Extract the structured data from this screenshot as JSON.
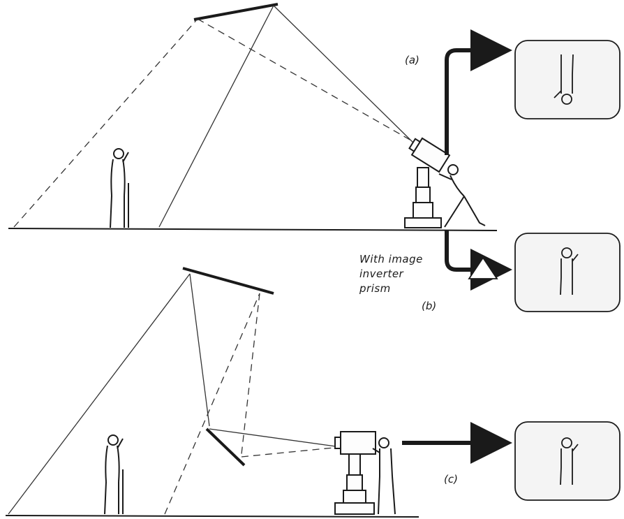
{
  "labels": {
    "a": "(a)",
    "b": "(b)",
    "c": "(c)",
    "prism_line1": "With image",
    "prism_line2": "inverter",
    "prism_line3": "prism"
  },
  "colors": {
    "ink": "#1a1a1a",
    "screen_fill": "#f4f4f4"
  },
  "icons": [
    "person-icon",
    "camera-icon",
    "mirror-icon",
    "prism-icon",
    "monitor-icon"
  ]
}
